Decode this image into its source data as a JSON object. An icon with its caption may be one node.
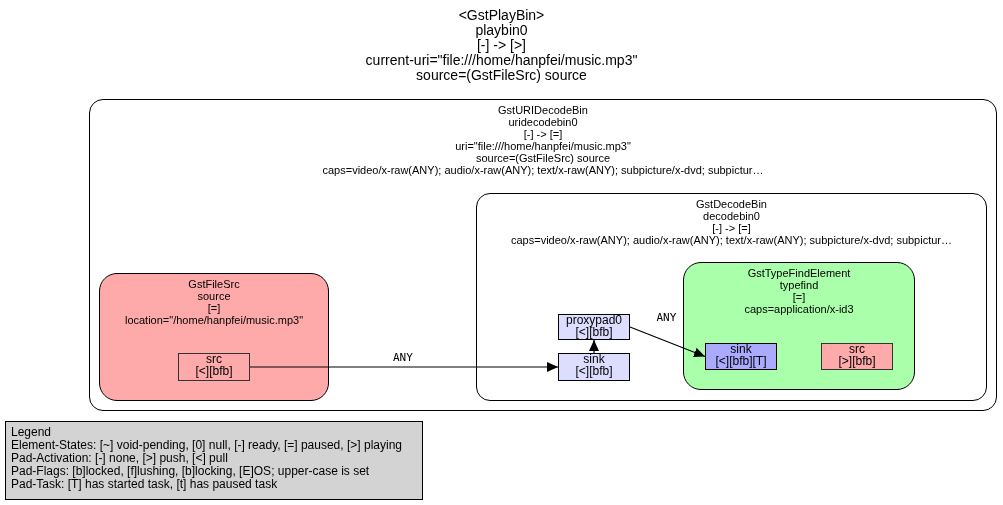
{
  "diagram": {
    "title": "<GstPlayBin>",
    "labels": [
      "playbin0",
      "[-] -> [>]",
      "current-uri=\"file:///home/hanpfei/music.mp3\"",
      "source=(GstFileSrc) source"
    ],
    "nodes": [
      {
        "text": [
          "GstURIDecodeBin",
          "uridecodebin0",
          "[-] -> [=]",
          "uri=\"file:///home/hanpfei/music.mp3\"",
          "source=(GstFileSrc) source",
          "caps=video/x-raw(ANY); audio/x-raw(ANY); text/x-raw(ANY); subpicture/x-dvd; subpictur…"
        ]
      },
      {
        "text": [
          "GstFileSrc",
          "source",
          "[=]",
          "location=\"/home/hanpfei/music.mp3\""
        ],
        "in": 0
      },
      {
        "text": [
          "src",
          "[<][bfb]"
        ],
        "in": 1
      },
      {
        "text": [
          "GstDecodeBin",
          "decodebin0",
          "[-] -> [=]",
          "caps=video/x-raw(ANY); audio/x-raw(ANY); text/x-raw(ANY); subpicture/x-dvd; subpictur…"
        ],
        "in": 0
      },
      {
        "text": [
          "proxypad0",
          "[<][bfb]"
        ],
        "in": 3
      },
      {
        "text": [
          "sink",
          "[<][bfb]"
        ],
        "in": 3
      },
      {
        "text": [
          "GstTypeFindElement",
          "typefind",
          "[=]",
          "caps=application/x-id3"
        ],
        "in": 3
      },
      {
        "text": [
          "sink",
          "[<][bfb][T]"
        ],
        "in": 6
      },
      {
        "text": [
          "src",
          "[>][bfb]"
        ],
        "in": 6
      },
      {
        "text": [
          "Legend",
          "Element-States: [~] void-pending, [0] null, [-] ready, [=] paused, [>] playing",
          "Pad-Activation: [-] none, [>] push, [<] pull",
          "Pad-Flags: [b]locked, [f]lushing, [b]locking, [E]OS; upper-case is set",
          "Pad-Task: [T] has started task, [t] has paused task"
        ]
      }
    ],
    "edges": [
      {
        "from": 2,
        "to": 5,
        "arrow": "to",
        "label": "ANY"
      },
      {
        "from": 5,
        "to": 4,
        "arrow": "to"
      },
      {
        "from": 4,
        "to": 7,
        "arrow": "to",
        "label": "ANY"
      }
    ]
  }
}
